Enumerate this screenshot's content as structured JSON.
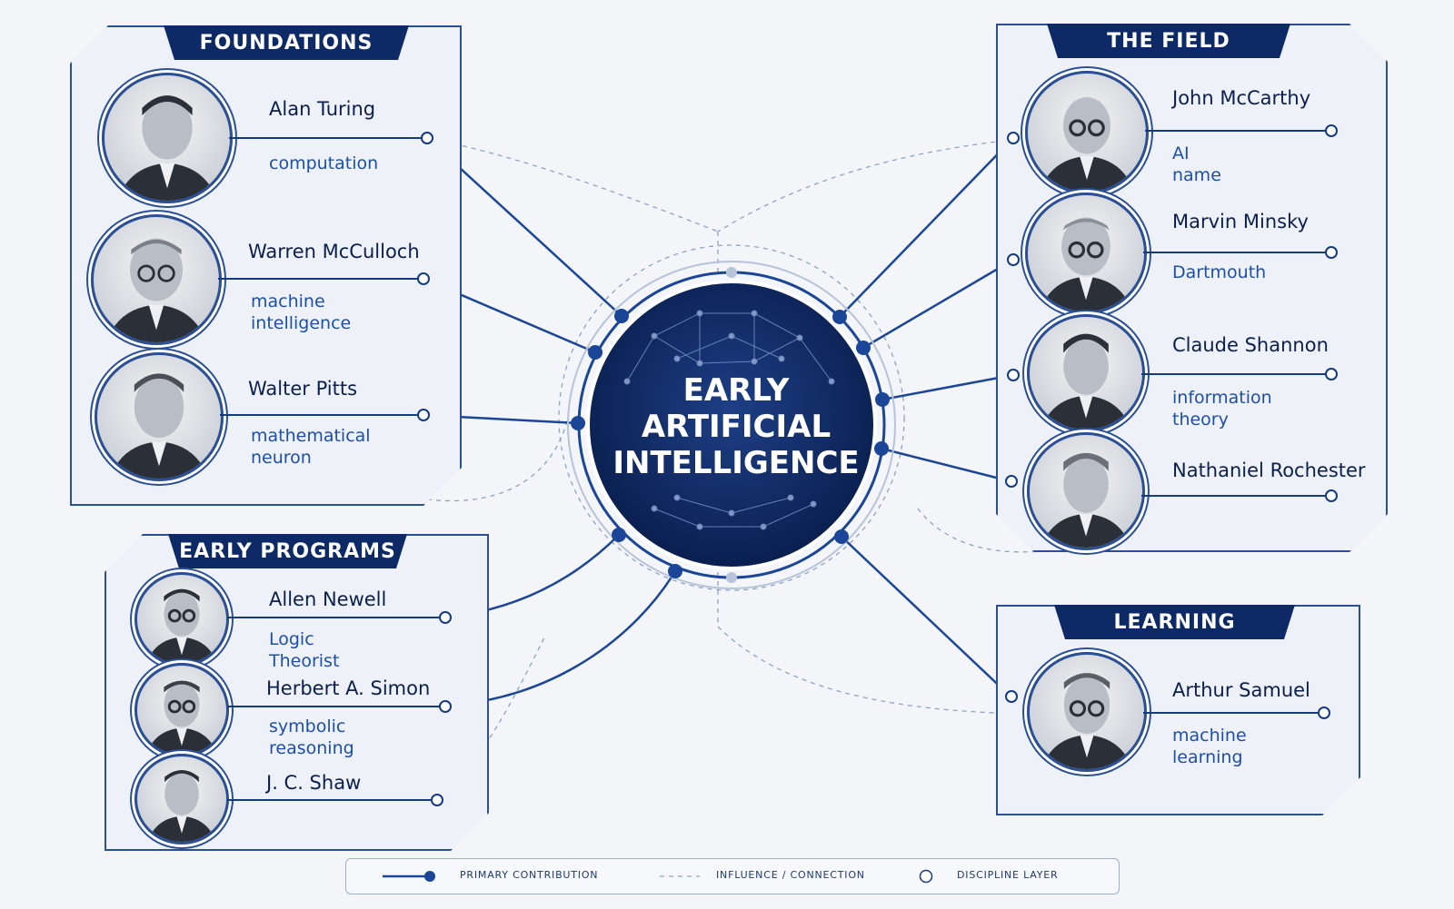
{
  "center": {
    "line1": "EARLY",
    "line2": "ARTIFICIAL",
    "line3": "INTELLIGENCE"
  },
  "panels": {
    "foundations": {
      "title": "FOUNDATIONS",
      "people": [
        {
          "name": "Alan Turing",
          "role": "computation"
        },
        {
          "name": "Warren McCulloch",
          "role": "machine\nintelligence"
        },
        {
          "name": "Walter Pitts",
          "role": "mathematical\nneuron"
        }
      ]
    },
    "field": {
      "title": "THE FIELD",
      "people": [
        {
          "name": "John McCarthy",
          "role": "AI name"
        },
        {
          "name": "Marvin Minsky",
          "role": "Dartmouth"
        },
        {
          "name": "Claude Shannon",
          "role": "information\ntheory"
        },
        {
          "name": "Nathaniel Rochester",
          "role": ""
        }
      ]
    },
    "programs": {
      "title": "EARLY PROGRAMS",
      "people": [
        {
          "name": "Allen Newell",
          "role": "Logic Theorist"
        },
        {
          "name": "Herbert A. Simon",
          "role": "symbolic\nreasoning"
        },
        {
          "name": "J. C. Shaw",
          "role": ""
        }
      ]
    },
    "learning": {
      "title": "LEARNING",
      "people": [
        {
          "name": "Arthur Samuel",
          "role": "machine\nlearning"
        }
      ]
    }
  },
  "legend": {
    "primary": "PRIMARY CONTRIBUTION",
    "influence": "INFLUENCE / CONNECTION",
    "layer": "DISCIPLINE LAYER"
  },
  "colors": {
    "navy": "#0d2a66",
    "accent": "#1d4fa8",
    "background": "#f3f5f9"
  }
}
